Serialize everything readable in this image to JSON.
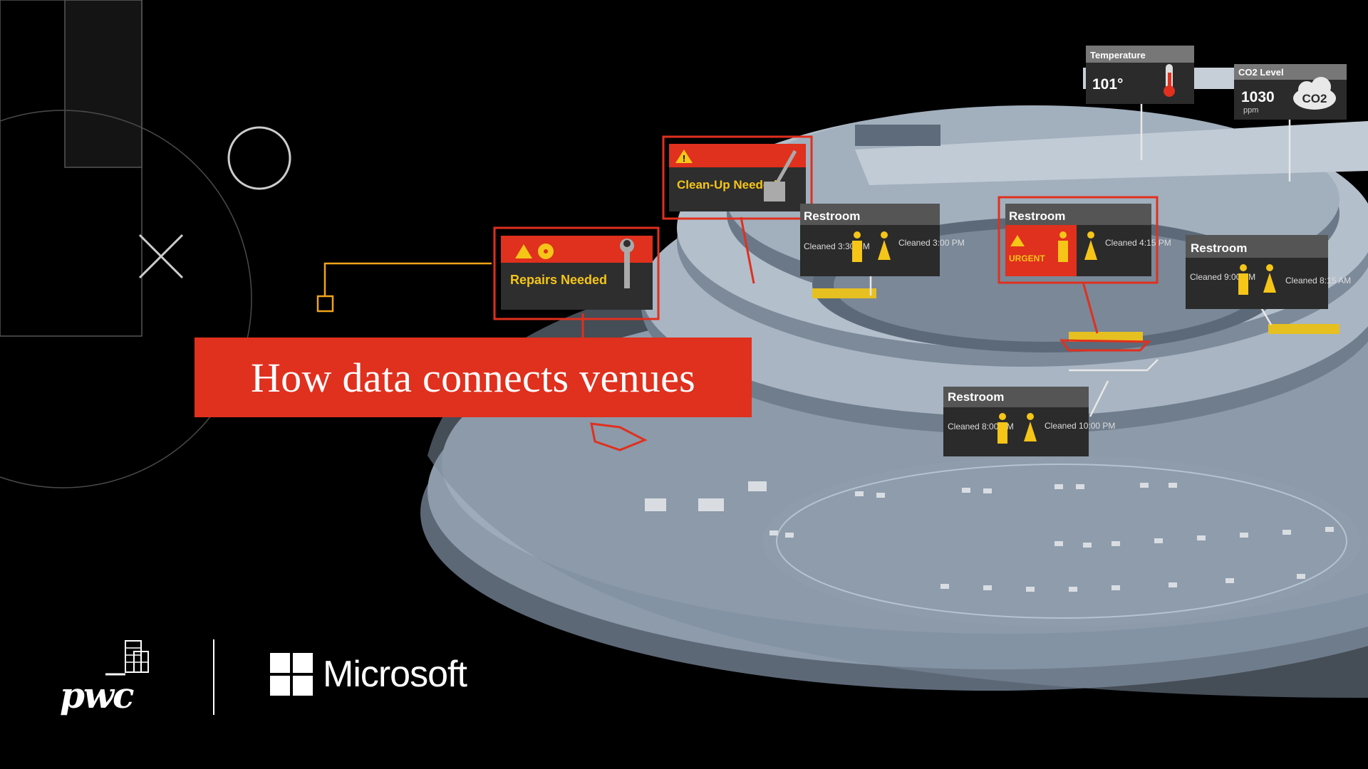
{
  "title": "How data connects venues",
  "alerts": {
    "cleanup": "Clean-Up Needed",
    "repairs": "Repairs Needed"
  },
  "restrooms": [
    {
      "label": "Restroom",
      "left_text": "Cleaned 3:30 PM",
      "right_text": "Cleaned 3:00 PM",
      "urgent": false
    },
    {
      "label": "Restroom",
      "left_text": "URGENT",
      "right_text": "Cleaned 4:15 PM",
      "urgent": true
    },
    {
      "label": "Restroom",
      "left_text": "Cleaned 9:00 AM",
      "right_text": "Cleaned 8:15 AM",
      "urgent": false
    },
    {
      "label": "Restroom",
      "left_text": "Cleaned 8:00 PM",
      "right_text": "Cleaned 10:00 PM",
      "urgent": false
    }
  ],
  "sensors": {
    "temperature": {
      "label": "Temperature",
      "value": "101°"
    },
    "co2": {
      "label": "CO2 Level",
      "value": "1030",
      "unit": "ppm",
      "icon_text": "CO2"
    }
  },
  "logos": {
    "left": "pwc",
    "right": "Microsoft"
  },
  "colors": {
    "accent_red": "#e0301e",
    "alert_yellow": "#f5c518",
    "panel_gray": "#2e2e2e",
    "stadium_blue": "#9aa9b8"
  }
}
